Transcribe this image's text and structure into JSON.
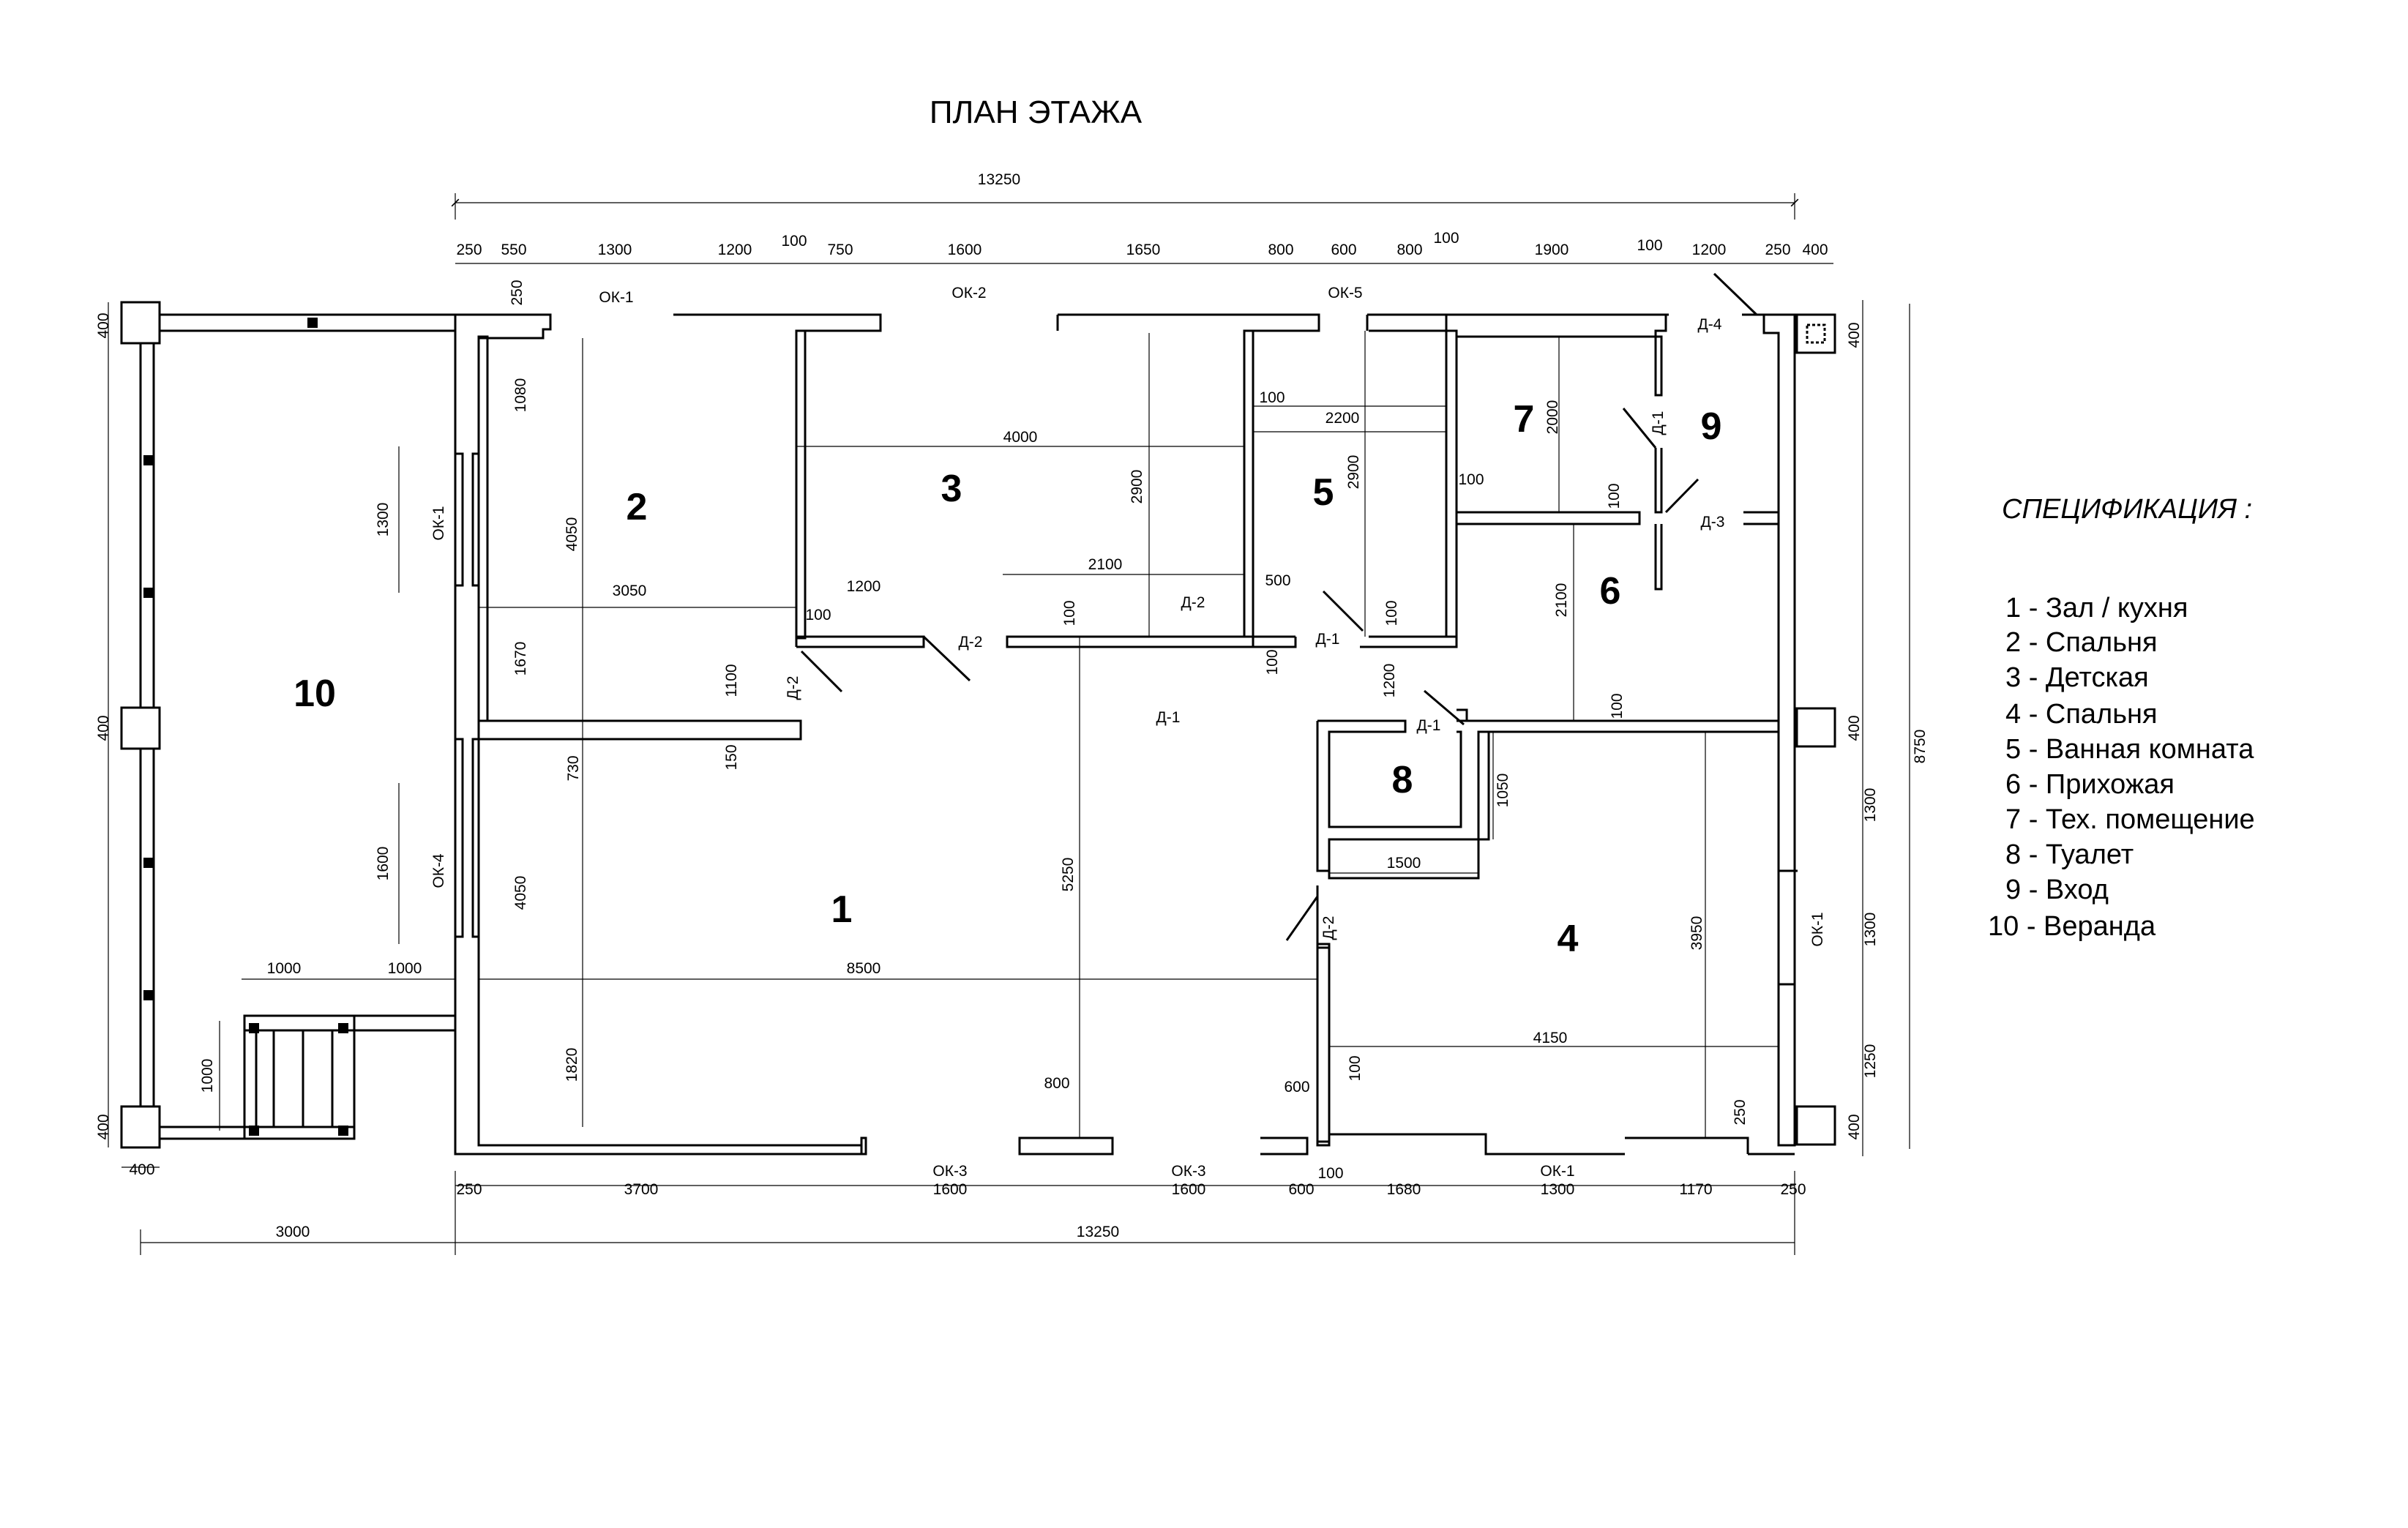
{
  "title": "ПЛАН ЭТАЖА",
  "spec_title": "СПЕЦИФИКАЦИЯ :",
  "spec_items": [
    "1 - Зал / кухня",
    "2 - Спальня",
    "3 - Детская",
    "4 - Спальня",
    "5 - Ванная комната",
    "6 - Прихожая",
    "7 - Тех. помещение",
    "8 - Туалет",
    "9 - Вход",
    "10 - Веранда"
  ],
  "rooms": [
    "1",
    "2",
    "3",
    "4",
    "5",
    "6",
    "7",
    "8",
    "9",
    "10"
  ],
  "dims": {
    "top_total": "13250",
    "top_chain": [
      "250",
      "550",
      "1300",
      "1200",
      "100",
      "750",
      "1600",
      "1650",
      "800",
      "600",
      "800",
      "100",
      "1900",
      "100",
      "1200",
      "250",
      "400"
    ],
    "bottom_chain": [
      "250",
      "3700",
      "1600",
      "1600",
      "600",
      "100",
      "1680",
      "1300",
      "1170",
      "250"
    ],
    "bottom_total": "13250",
    "veranda_width": "3000",
    "left_pier_w": "400",
    "left_piers": [
      "400",
      "400",
      "400"
    ],
    "right_piers": [
      "400",
      "400",
      "400"
    ],
    "right_total": "8750",
    "right_segments": [
      "1300",
      "1300",
      "1250"
    ],
    "inner": [
      "250",
      "1080",
      "4050",
      "1300",
      "3050",
      "1670",
      "1100",
      "150",
      "730",
      "1600",
      "4050",
      "1820",
      "1000",
      "1000",
      "1000",
      "4000",
      "2900",
      "1200",
      "100",
      "2100",
      "100",
      "5250",
      "8500",
      "800",
      "600",
      "2200",
      "100",
      "2900",
      "500",
      "100",
      "100",
      "100",
      "1200",
      "2000",
      "100",
      "100",
      "2100",
      "100",
      "1050",
      "1500",
      "3950",
      "4150",
      "250"
    ]
  },
  "labels": {
    "ok1": "ОК-1",
    "ok2": "ОК-2",
    "ok3": "ОК-3",
    "ok4": "ОК-4",
    "ok5": "ОК-5",
    "d1": "Д-1",
    "d2": "Д-2",
    "d3": "Д-3",
    "d4": "Д-4"
  }
}
